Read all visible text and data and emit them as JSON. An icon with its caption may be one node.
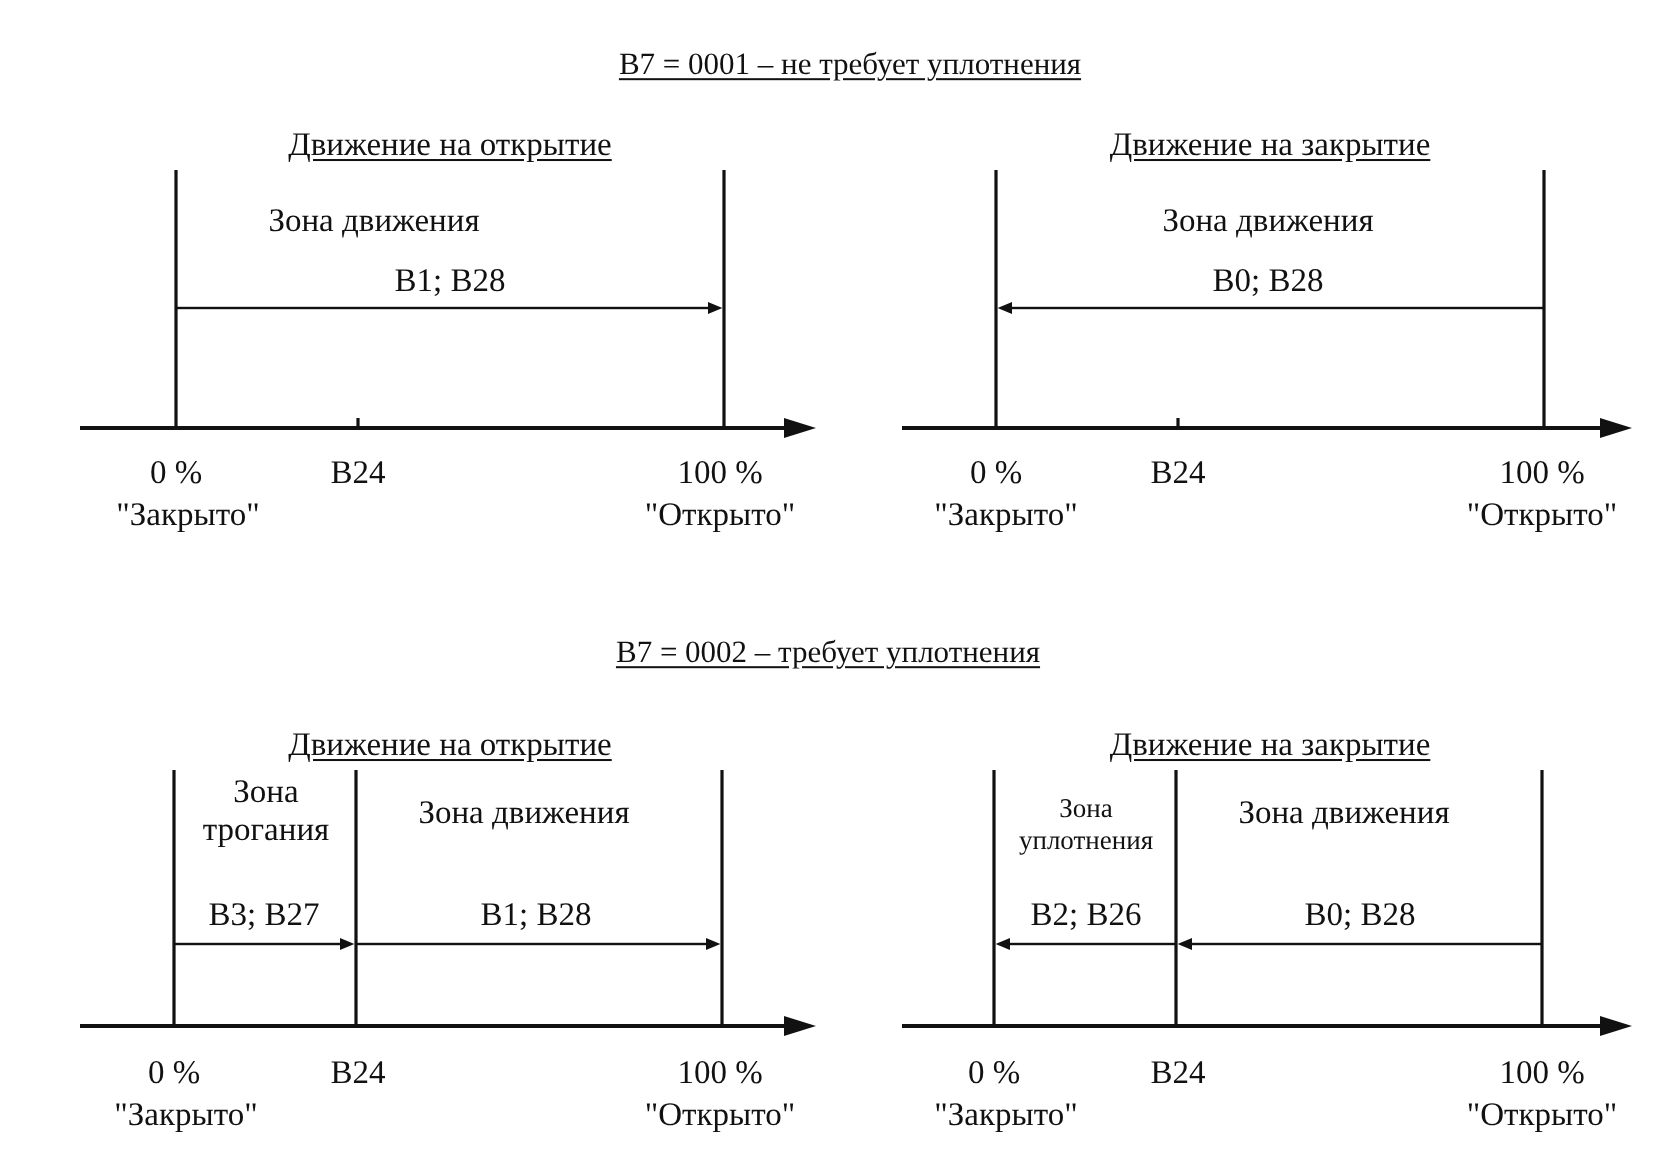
{
  "diagram": {
    "labels": [
      "B7 = 0001 – не требует уплотнения",
      "Движение на открытие",
      "Движение на закрытие",
      "Зона движения",
      "Зона движения",
      "B1; B28",
      "B0; B28",
      "0 %",
      "B24",
      "100 %",
      "0 %",
      "B24",
      "100 %",
      "\"Закрыто\"",
      "\"Открыто\"",
      "\"Закрыто\"",
      "\"Открыто\"",
      "B7 = 0002 – требует уплотнения",
      "Движение на открытие",
      "Движение на закрытие",
      "Зона трогания",
      "Зона движения",
      "Зона уплотнения",
      "Зона движения",
      "B3; B27",
      "B1; B28",
      "B2; B26",
      "B0; B28",
      "0 %",
      "B24",
      "100 %",
      "0 %",
      "B24",
      "100 %",
      "\"Закрыто\"",
      "\"Открыто\"",
      "\"Закрыто\"",
      "\"Открыто\""
    ]
  }
}
